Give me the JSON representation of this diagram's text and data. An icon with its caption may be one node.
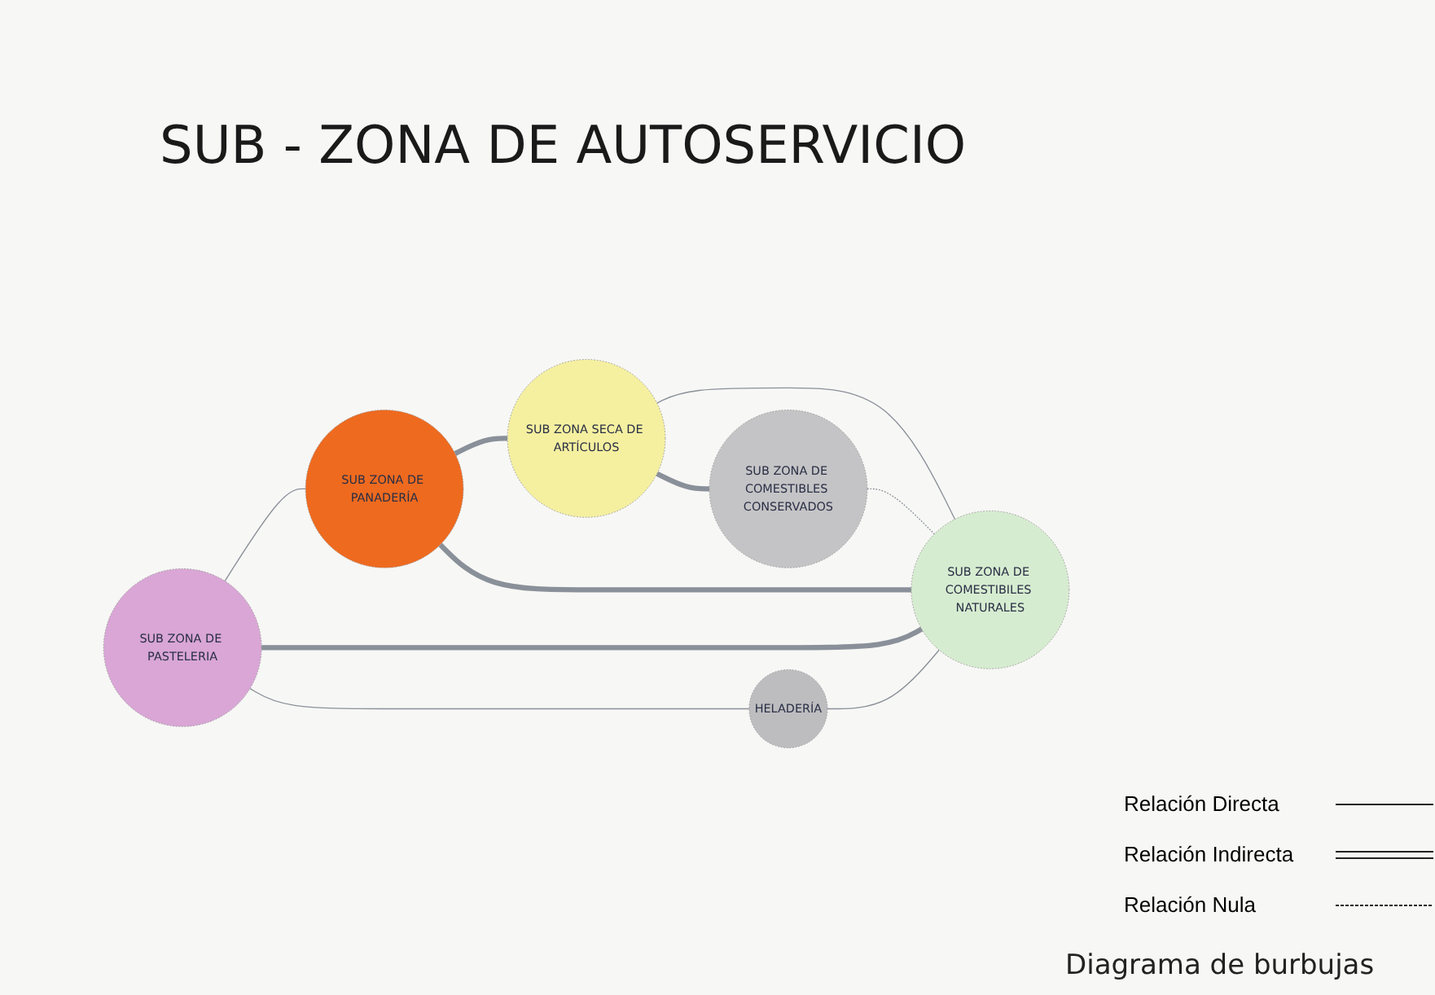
{
  "diagram": {
    "title": "SUB - ZONA DE AUTOSERVICIO",
    "caption": "Diagrama de burbujas",
    "nodes": [
      {
        "text": [
          "SUB ZONA DE PANADERÍA"
        ]
      },
      {
        "text": [
          "SUB ZONA SECA DE ARTÍCULOS"
        ]
      },
      {
        "text": [
          "SUB ZONA DE PASTELERIA"
        ]
      },
      {
        "text": [
          "SUB ZONA DE COMESTIBLES CONSERVADOS"
        ]
      },
      {
        "text": [
          "HELADERÍA"
        ]
      },
      {
        "text": [
          "SUB ZONA DE COMESTIBILES NATURALES"
        ]
      }
    ],
    "edges": [
      {
        "from": 0,
        "to": 1,
        "arrow": "none",
        "style": "thick"
      },
      {
        "from": 2,
        "to": 0,
        "arrow": "none"
      },
      {
        "from": 0,
        "to": 5,
        "arrow": "none",
        "style": "thick"
      },
      {
        "from": 1,
        "to": 5,
        "arrow": "none"
      },
      {
        "from": 1,
        "to": 3,
        "arrow": "none",
        "style": "thick"
      },
      {
        "from": 2,
        "to": 5,
        "arrow": "none",
        "style": "thick"
      },
      {
        "from": 2,
        "to": 4,
        "arrow": "none"
      },
      {
        "from": 4,
        "to": 5,
        "arrow": "none"
      },
      {
        "from": 3,
        "to": 5,
        "arrow": "none",
        "style": "dashed"
      }
    ],
    "legend": [
      {
        "text": "Relación Directa"
      },
      {
        "text": "Relación Indirecta"
      },
      {
        "text": "Relación Nula"
      }
    ]
  }
}
